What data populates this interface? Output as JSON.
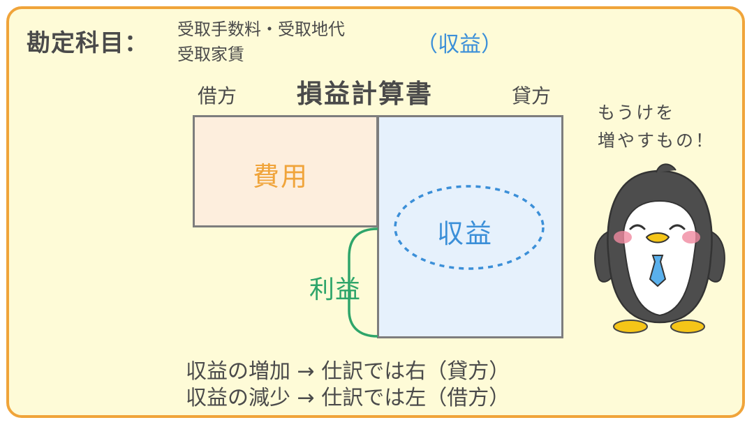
{
  "account": {
    "label": "勘定科目：",
    "items_line1": "受取手数料・受取地代",
    "items_line2": "受取家賃",
    "category": "（収益）"
  },
  "statement": {
    "title": "損益計算書",
    "debit_side": "借方",
    "credit_side": "貸方",
    "expense": "費用",
    "revenue": "収益",
    "profit": "利益"
  },
  "rules": {
    "increase": "収益の増加 → 仕訳では右（貸方）",
    "decrease": "収益の減少 → 仕訳では左（借方）"
  },
  "mascot": {
    "speech_line1": "もうけを",
    "speech_line2": "増やすもの！"
  },
  "colors": {
    "frame": "#f0a43a",
    "background": "#fefbd7",
    "expense": "#f0a43a",
    "revenue": "#3b8fd8",
    "profit": "#2ea56a"
  }
}
